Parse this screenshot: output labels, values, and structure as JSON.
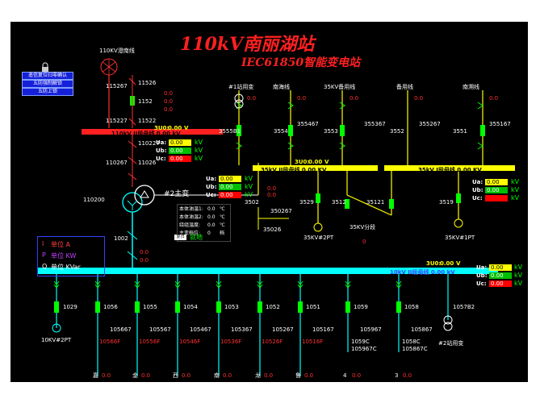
{
  "title": "110kV南丽湖站",
  "subtitle": "IEC61850智能变电站",
  "control_buttons": [
    "遥信复位归零确认",
    "五防强制解锁",
    "五防上锁"
  ],
  "incoming": {
    "line_name": "110KV澄南线",
    "sw_11526": "11526",
    "sw_115267": "115267",
    "cb_1152": "1152",
    "sw_115227": "115227",
    "sw_11522": "11522",
    "sw_110227": "110227",
    "sw_110267": "110267",
    "sw_11026": "11026",
    "sw_110200": "110200",
    "sw_1002": "1002",
    "cb_value": "0.0",
    "zero": "0"
  },
  "bus110": {
    "name": "110kV II段母线  0.00  kV",
    "u0_label": "3U0:",
    "u0_value": "0.00",
    "u0_unit": "V",
    "readings": [
      {
        "label": "Ua:",
        "value": "0.00",
        "unit": "kV"
      },
      {
        "label": "Ub:",
        "value": "0.00",
        "unit": "kV"
      },
      {
        "label": "Uc:",
        "value": "0.00",
        "unit": "kV"
      }
    ]
  },
  "transformer": {
    "name": "#2主变",
    "temps": [
      {
        "label": "本体油温1:",
        "value": "0.0",
        "unit": "℃"
      },
      {
        "label": "本体油温2:",
        "value": "0.0",
        "unit": "℃"
      },
      {
        "label": "绕组温度:",
        "value": "0.0",
        "unit": "℃"
      },
      {
        "label": "主变档位:",
        "value": "0",
        "unit": "档"
      }
    ],
    "reset": "复归",
    "local": "就地"
  },
  "units_legend": [
    {
      "symbol": "I",
      "text": "单位  A",
      "color": "#ff4040"
    },
    {
      "symbol": "P",
      "text": "单位  KW",
      "color": "#c040ff"
    },
    {
      "symbol": "Q",
      "text": "单位  KVar",
      "color": "#ffffff"
    }
  ],
  "bus35_left": {
    "name": "35kV II段母线  0.00  KV",
    "u0_label": "3U0:",
    "u0_value": "0.00",
    "u0_unit": "V",
    "readings": [
      {
        "label": "Ua:",
        "value": "0.00",
        "unit": "kV"
      },
      {
        "label": "Ub:",
        "value": "0.00",
        "unit": "kV"
      },
      {
        "label": "Uc:",
        "value": "0.00",
        "unit": "kV"
      }
    ]
  },
  "bus35_right": {
    "name": "35kV I段母线  0.00  KV",
    "readings": [
      {
        "label": "Ua:",
        "value": "0.00",
        "unit": "kV"
      },
      {
        "label": "Ub:",
        "value": "0.00",
        "unit": "kV"
      },
      {
        "label": "Uc:",
        "value": "",
        "unit": "kV"
      }
    ]
  },
  "feeders35": [
    {
      "name": "#1站用变",
      "cb": "3555B1",
      "sw": ""
    },
    {
      "name": "南海线",
      "cb": "3554",
      "sw": "355467"
    },
    {
      "name": "35KV备用线",
      "cb": "3553",
      "sw": "355367"
    },
    {
      "name": "备用线",
      "cb": "3552",
      "sw": "355267"
    },
    {
      "name": "南溯线",
      "cb": "3551",
      "sw": "355167"
    }
  ],
  "bus35_misc": {
    "pt2": "35KV#2PT",
    "pt1": "35KV#1PT",
    "sec": "35KV分段",
    "sw_3502": "3502",
    "sw_350267": "350267",
    "sw_35026": "35026",
    "sw_3529": "3529",
    "sw_3512": "3512",
    "sw_35121": "35121",
    "sw_3519": "3519"
  },
  "bus10": {
    "name": "10kV II段母线  0.00  kV",
    "u0_label": "3U0:",
    "u0_value": "0.00",
    "u0_unit": "V",
    "readings": [
      {
        "label": "Ua:",
        "value": "0.00",
        "unit": "kV"
      },
      {
        "label": "Ub:",
        "value": "0.00",
        "unit": "kV"
      },
      {
        "label": "Uc:",
        "value": "0.00",
        "unit": "kV"
      }
    ]
  },
  "feeders10": [
    {
      "cb": "1029",
      "sw": "",
      "gnd": "",
      "label": "10KV#2PT"
    },
    {
      "cb": "1056",
      "sw": "105667",
      "gnd": "10566F",
      "label": "嘉"
    },
    {
      "cb": "1055",
      "sw": "105567",
      "gnd": "10556F",
      "label": "金"
    },
    {
      "cb": "1054",
      "sw": "105467",
      "gnd": "10546F",
      "label": "西"
    },
    {
      "cb": "1053",
      "sw": "105367",
      "gnd": "10536F",
      "label": "南"
    },
    {
      "cb": "1052",
      "sw": "105267",
      "gnd": "10526F",
      "label": "龙"
    },
    {
      "cb": "1051",
      "sw": "105167",
      "gnd": "10516F",
      "label": "鲁"
    },
    {
      "cb": "1059",
      "sw": "105967",
      "gnd": "1059C",
      "gnd2": "105967C",
      "label": "4"
    },
    {
      "cb": "1058",
      "sw": "105867",
      "gnd": "1058C",
      "gnd2": "105867C",
      "label": "3"
    },
    {
      "cb": "1057B2",
      "sw": "",
      "gnd": "",
      "label": "#2站用变"
    }
  ],
  "zero_value": "0.0",
  "colors": {
    "bus110": "#ff2020",
    "bus35": "#ffff00",
    "bus10": "#00ffff",
    "feeder": "#00ff00",
    "line": "#00ffff",
    "text_red": "#ff3030"
  }
}
